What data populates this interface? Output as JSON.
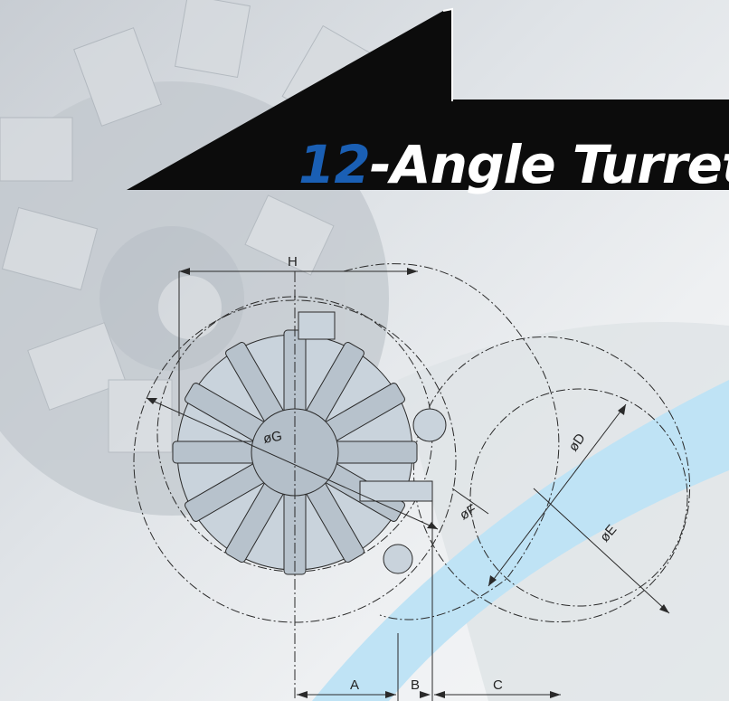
{
  "title": {
    "number": "12",
    "text": "-Angle Turret",
    "number_color": "#1a5fb4"
  },
  "dimensions": {
    "H": "H",
    "A": "A",
    "B": "B",
    "C": "C",
    "D": "øD",
    "E": "øE",
    "F": "øF",
    "G": "øG"
  },
  "colors": {
    "banner": "#0c0c0c",
    "blue_band": "#bfe3f5",
    "turret_fill": "#c9d3dc",
    "line": "#2a2a2a"
  }
}
